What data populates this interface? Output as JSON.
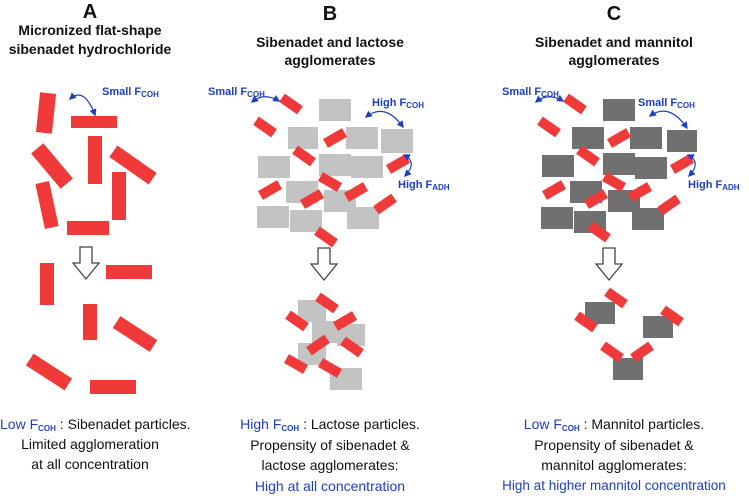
{
  "panels": [
    {
      "letter": "A",
      "title_lines": [
        "Micronized flat-shape",
        "sibenadet hydrochloride"
      ],
      "labels": [
        {
          "prefix": "Small F",
          "sub": "COH"
        }
      ],
      "caption": {
        "line1_prefix": "Low F",
        "line1_sub": "COH",
        "line1_rest": " : Sibenadet particles.",
        "line2": "Limited agglomeration",
        "line3": "at all concentration"
      }
    },
    {
      "letter": "B",
      "title_lines": [
        "Sibenadet and lactose",
        "agglomerates"
      ],
      "labels": [
        {
          "prefix": "Small F",
          "sub": "COH"
        },
        {
          "prefix": "High F",
          "sub": "COH"
        },
        {
          "prefix": "High F",
          "sub": "ADH"
        }
      ],
      "caption": {
        "line1_prefix": "High F",
        "line1_sub": "COH",
        "line1_rest": " : Lactose particles.",
        "line2": "Propensity of sibenadet &",
        "line3": "lactose agglomerates:",
        "line4": "High at all concentration"
      }
    },
    {
      "letter": "C",
      "title_lines": [
        "Sibenadet and mannitol",
        "agglomerates"
      ],
      "labels": [
        {
          "prefix": "Small F",
          "sub": "COH"
        },
        {
          "prefix": "Small F",
          "sub": "COH"
        },
        {
          "prefix": "High F",
          "sub": "ADH"
        }
      ],
      "caption": {
        "line1_prefix": "Low F",
        "line1_sub": "COH",
        "line1_rest": " : Mannitol particles.",
        "line2": "Propensity of sibenadet &",
        "line3": "mannitol agglomerates:",
        "line4": "High at higher mannitol concentration"
      }
    }
  ],
  "colors": {
    "sibenadet": "#f03a3a",
    "lactose": "#c3c3c3",
    "mannitol": "#707070",
    "label_blue": "#1f3fbf"
  }
}
